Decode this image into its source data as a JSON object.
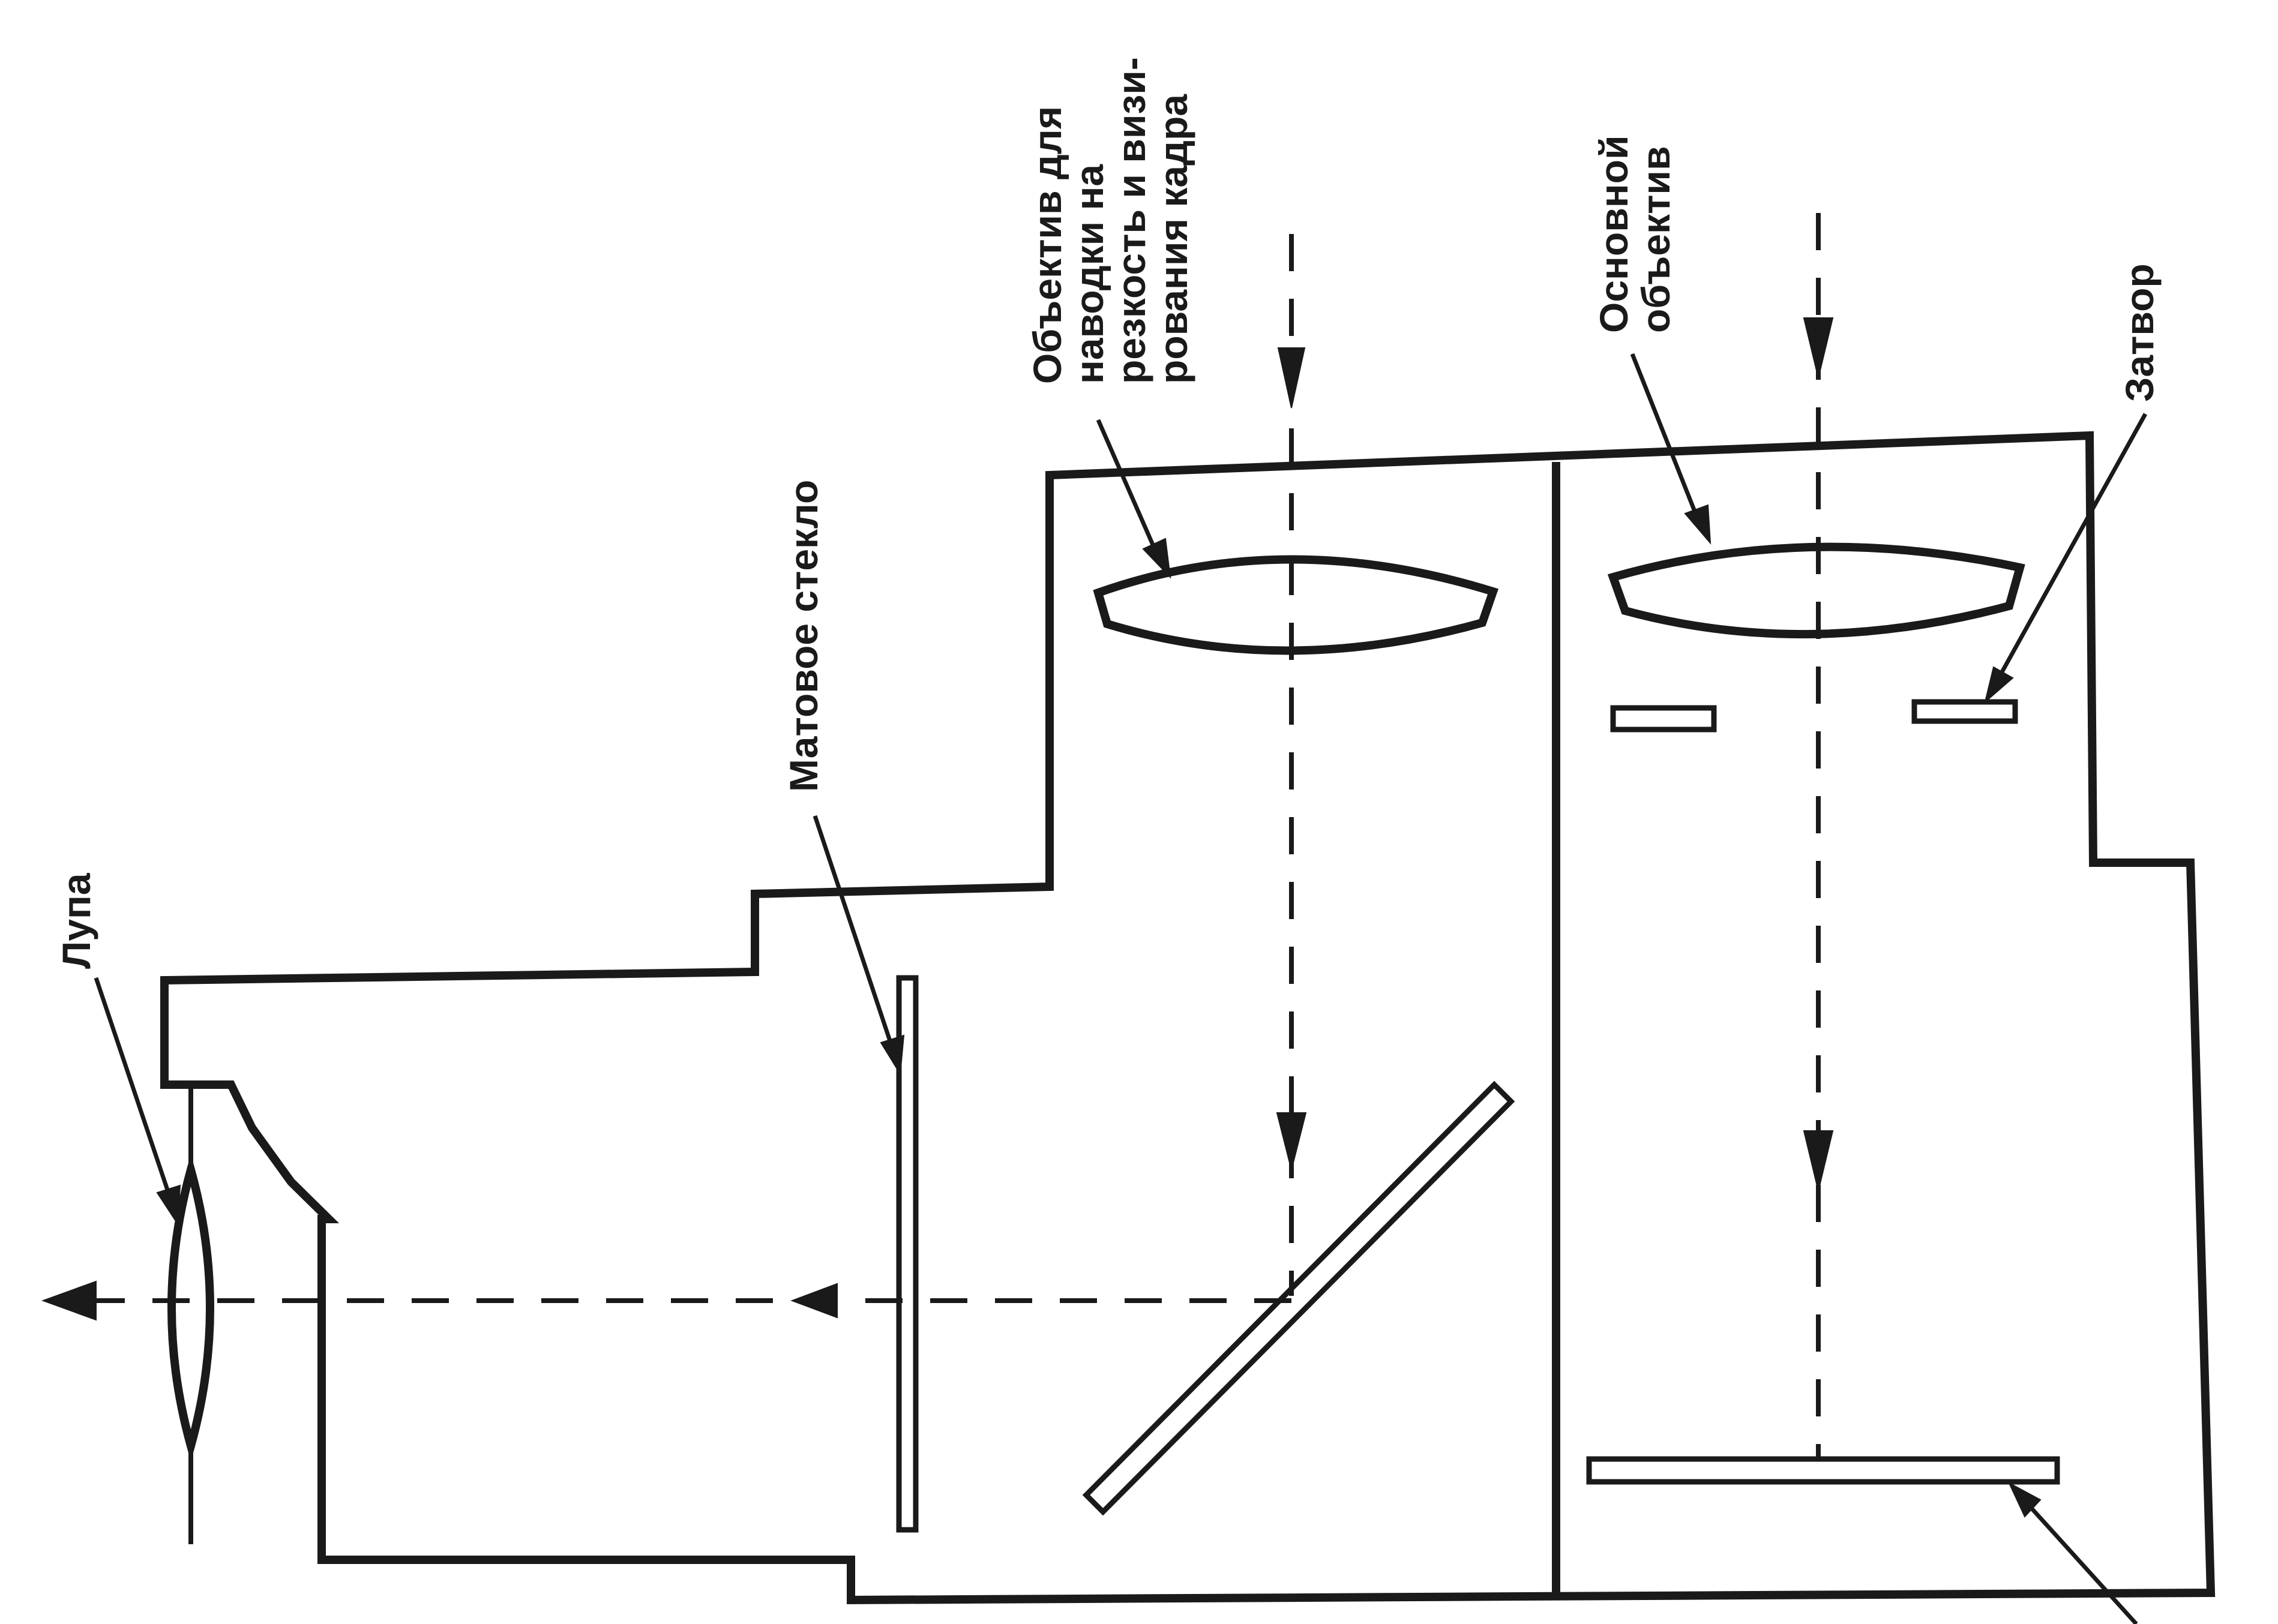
{
  "diagram": {
    "labels": {
      "loupe": "Лупа",
      "ground_glass": "Матовое стекло",
      "focusing_lens_line1": "Объектив для",
      "focusing_lens_line2": "наводки на",
      "focusing_lens_line3": "резкость и визи-",
      "focusing_lens_line4": "рования кадра",
      "main_lens_line1": "Основной",
      "main_lens_line2": "объектив",
      "shutter": "Затвор"
    }
  }
}
